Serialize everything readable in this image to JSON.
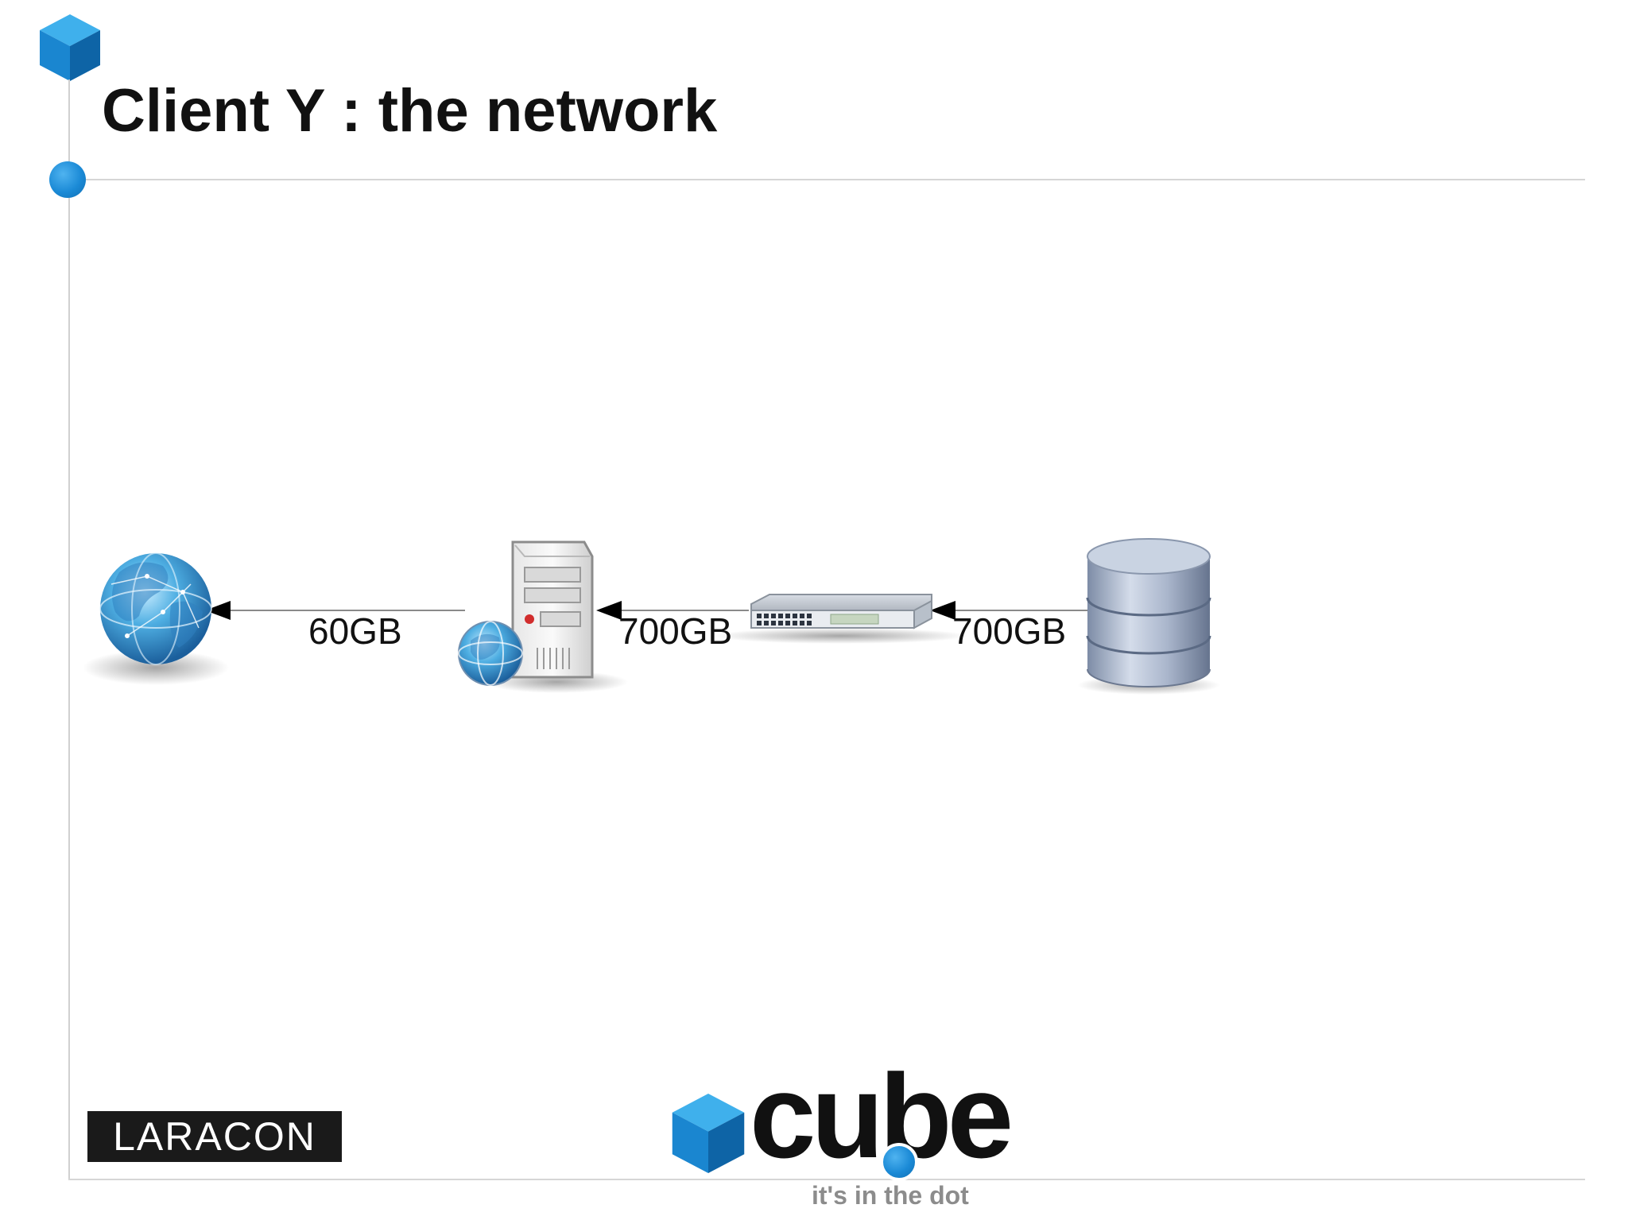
{
  "slide": {
    "title": "Client Y : the network",
    "accent_color": "#1b8ad6"
  },
  "diagram": {
    "nodes": [
      {
        "id": "internet",
        "icon": "globe-icon"
      },
      {
        "id": "web-server",
        "icon": "web-server-icon"
      },
      {
        "id": "switch",
        "icon": "network-switch-icon"
      },
      {
        "id": "database",
        "icon": "database-icon"
      }
    ],
    "edges": [
      {
        "from": "web-server",
        "to": "internet",
        "label": "60GB"
      },
      {
        "from": "switch",
        "to": "web-server",
        "label": "700GB"
      },
      {
        "from": "database",
        "to": "switch",
        "label": "700GB"
      }
    ]
  },
  "footer": {
    "left_logo_text": "LARACON",
    "center_logo_word": "cube",
    "center_logo_tagline": "it's in the dot"
  }
}
